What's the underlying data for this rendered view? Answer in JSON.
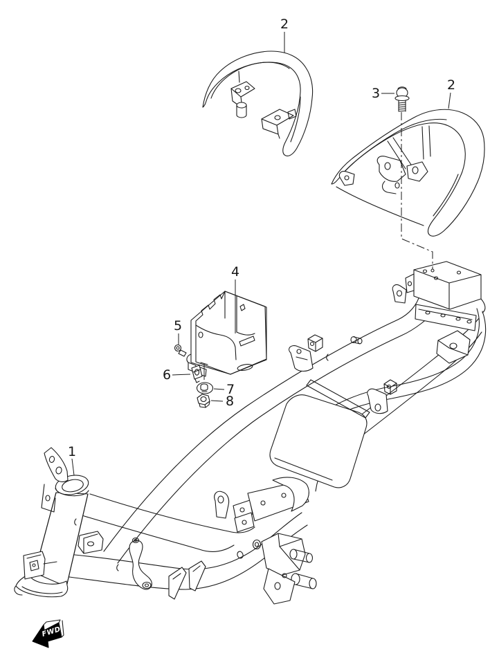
{
  "diagram": {
    "background_color": "#ffffff",
    "line_color": "#1a1a1a",
    "callouts": [
      {
        "id": "1",
        "label": "1"
      },
      {
        "id": "2-top",
        "label": "2"
      },
      {
        "id": "2-right",
        "label": "2"
      },
      {
        "id": "3",
        "label": "3"
      },
      {
        "id": "4",
        "label": "4"
      },
      {
        "id": "5",
        "label": "5"
      },
      {
        "id": "6",
        "label": "6"
      },
      {
        "id": "7",
        "label": "7"
      },
      {
        "id": "8",
        "label": "8"
      }
    ],
    "direction_indicator": {
      "label": "FWD",
      "fill_color": "#000000",
      "text_color": "#ffffff"
    }
  }
}
